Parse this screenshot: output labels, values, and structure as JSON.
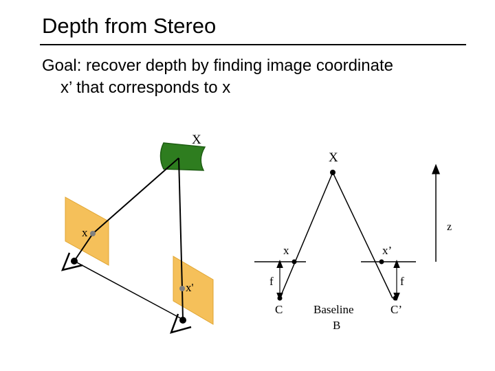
{
  "slide": {
    "title": "Depth from Stereo",
    "goal_line1": "Goal: recover depth by finding image coordinate",
    "goal_line2": "x’ that corresponds to x"
  },
  "left_diagram": {
    "point_label": "X",
    "left_image_label": "x",
    "right_image_label": "x'"
  },
  "right_diagram": {
    "point_label": "X",
    "depth_label": "z",
    "left_image_label": "x",
    "right_image_label": "x’",
    "left_focal_label": "f",
    "right_focal_label": "f",
    "left_center_label": "C",
    "right_center_label": "C’",
    "baseline_label": "Baseline",
    "baseline_symbol": "B"
  },
  "colors": {
    "object_green": "#2e7d1f",
    "image_plane_orange": "#f5c05a",
    "point_gray": "#7f7f7f"
  }
}
